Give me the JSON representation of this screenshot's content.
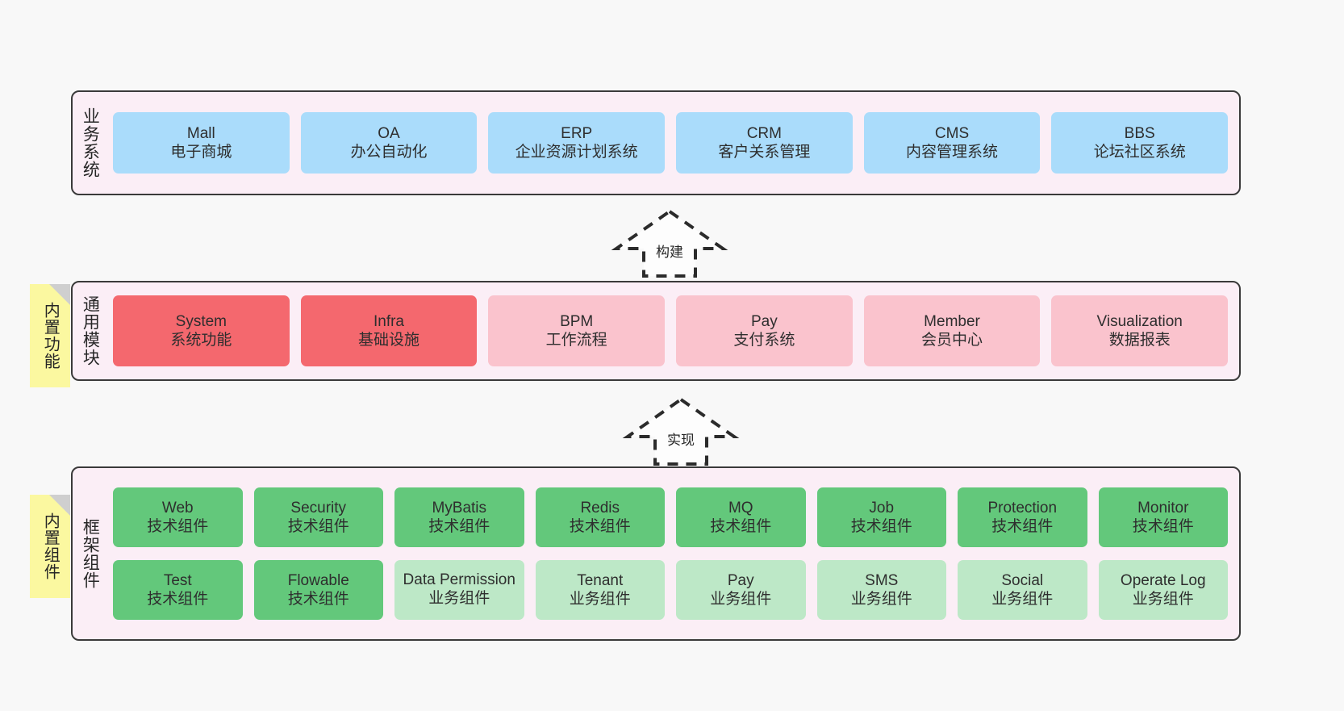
{
  "diagram": {
    "background": "#f8f8f8",
    "panel_fill": "#fbeef6",
    "panel_border": "#3a3a3a",
    "note_fill": "#fbf8a0",
    "note_fold": "#cfcfcf"
  },
  "layers": [
    {
      "title": "业务系统",
      "card_color": "#aadcfb",
      "items": [
        {
          "en": "Mall",
          "cn": "电子商城"
        },
        {
          "en": "OA",
          "cn": "办公自动化"
        },
        {
          "en": "ERP",
          "cn": "企业资源计划系统"
        },
        {
          "en": "CRM",
          "cn": "客户关系管理"
        },
        {
          "en": "CMS",
          "cn": "内容管理系统"
        },
        {
          "en": "BBS",
          "cn": "论坛社区系统"
        }
      ]
    },
    {
      "title": "通用模块",
      "note": "内置功能",
      "card_color_strong": "#f4686e",
      "card_color_soft": "#fac3cd",
      "items": [
        {
          "en": "System",
          "cn": "系统功能",
          "emphasis": "strong"
        },
        {
          "en": "Infra",
          "cn": "基础设施",
          "emphasis": "strong"
        },
        {
          "en": "BPM",
          "cn": "工作流程",
          "emphasis": "soft"
        },
        {
          "en": "Pay",
          "cn": "支付系统",
          "emphasis": "soft"
        },
        {
          "en": "Member",
          "cn": "会员中心",
          "emphasis": "soft"
        },
        {
          "en": "Visualization",
          "cn": "数据报表",
          "emphasis": "soft"
        }
      ]
    },
    {
      "title": "框架组件",
      "note": "内置组件",
      "card_color_tech": "#63c87b",
      "card_color_biz": "#bde8c7",
      "row1": [
        {
          "en": "Web",
          "cn": "技术组件"
        },
        {
          "en": "Security",
          "cn": "技术组件"
        },
        {
          "en": "MyBatis",
          "cn": "技术组件"
        },
        {
          "en": "Redis",
          "cn": "技术组件"
        },
        {
          "en": "MQ",
          "cn": "技术组件"
        },
        {
          "en": "Job",
          "cn": "技术组件"
        },
        {
          "en": "Protection",
          "cn": "技术组件"
        },
        {
          "en": "Monitor",
          "cn": "技术组件"
        }
      ],
      "row2": [
        {
          "en": "Test",
          "cn": "技术组件",
          "kind": "tech"
        },
        {
          "en": "Flowable",
          "cn": "技术组件",
          "kind": "tech"
        },
        {
          "en": "Data Permission",
          "cn": "业务组件",
          "kind": "biz"
        },
        {
          "en": "Tenant",
          "cn": "业务组件",
          "kind": "biz"
        },
        {
          "en": "Pay",
          "cn": "业务组件",
          "kind": "biz"
        },
        {
          "en": "SMS",
          "cn": "业务组件",
          "kind": "biz"
        },
        {
          "en": "Social",
          "cn": "业务组件",
          "kind": "biz"
        },
        {
          "en": "Operate Log",
          "cn": "业务组件",
          "kind": "biz"
        }
      ]
    }
  ],
  "arrows": [
    {
      "label": "构建"
    },
    {
      "label": "实现"
    }
  ]
}
